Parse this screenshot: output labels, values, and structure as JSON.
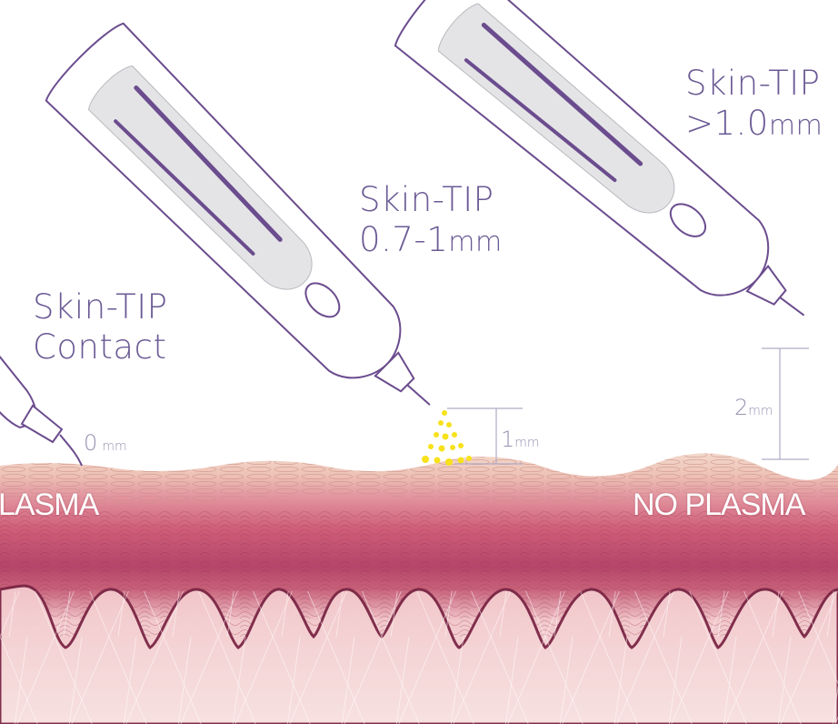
{
  "labels": {
    "contact_line1": "Skin-TIP",
    "contact_line2": "Contact",
    "mid_line1": "Skin-TIP",
    "mid_line2": "0.7-1",
    "mid_unit": "mm",
    "far_line1": "Skin-TIP",
    "far_line2": ">1.0",
    "far_unit": "mm"
  },
  "dimensions": {
    "zero": "0",
    "zero_unit": "mm",
    "one": "1",
    "one_unit": "mm",
    "two": "2",
    "two_unit": "mm"
  },
  "zones": {
    "left": "LASMA",
    "right": "NO PLASMA"
  },
  "colors": {
    "outline": "#6b4c8e",
    "text": "#6a5a94",
    "dimension": "#9a91b3",
    "spark": "#f7e21b",
    "skin_top": "#f1d0c3",
    "skin_mid": "#d9738a",
    "skin_deep": "#a83c5c",
    "dermis": "#f6d6d8"
  }
}
